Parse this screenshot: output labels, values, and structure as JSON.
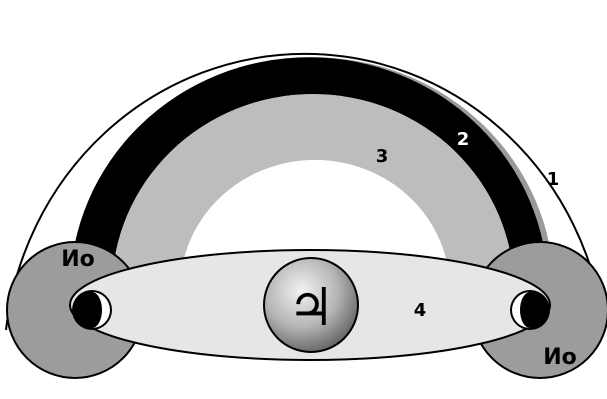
{
  "diagram": {
    "labels": {
      "region1": "1",
      "region2": "2",
      "region3": "3",
      "region4": "4"
    },
    "io_left": "Ио",
    "io_right": "Ио",
    "jupiter_symbol": "♃"
  },
  "colors": {
    "background": "#ffffff",
    "outline": "#000000",
    "outer_zone": "#ffffff",
    "black_band": "#000000",
    "band_fringe": "#9a9a9a",
    "light_gray_band": "#bdbdbd",
    "torus_fill": "#e6e6e6",
    "io_disc": "#9c9c9c",
    "jupiter_light": "#e8e8e8",
    "jupiter_dark": "#6b6b6b"
  }
}
